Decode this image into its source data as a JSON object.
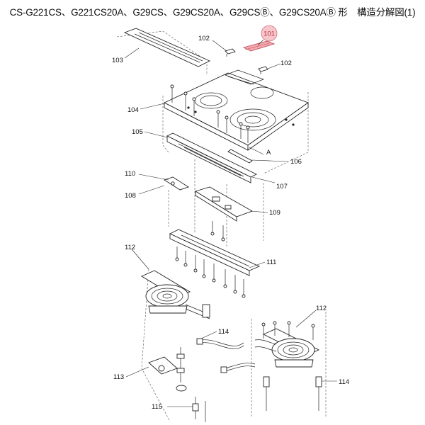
{
  "title": "CS-G221CS、G221CS20A、G29CS、G29CS20A、G29CSⒷ、G29CS20AⒷ 形　構造分解図(1)",
  "highlight_color": "#f4a9b0",
  "callouts": {
    "p101": "101",
    "p102a": "102",
    "p102b": "102",
    "p103": "103",
    "p104": "104",
    "p105": "105",
    "p106": "106",
    "p107": "107",
    "p108": "108",
    "p109": "109",
    "p110": "110",
    "p111": "111",
    "p112a": "112",
    "p112b": "112",
    "p113": "113",
    "p114a": "114",
    "p114b": "114",
    "p115": "115",
    "pA": "A"
  }
}
